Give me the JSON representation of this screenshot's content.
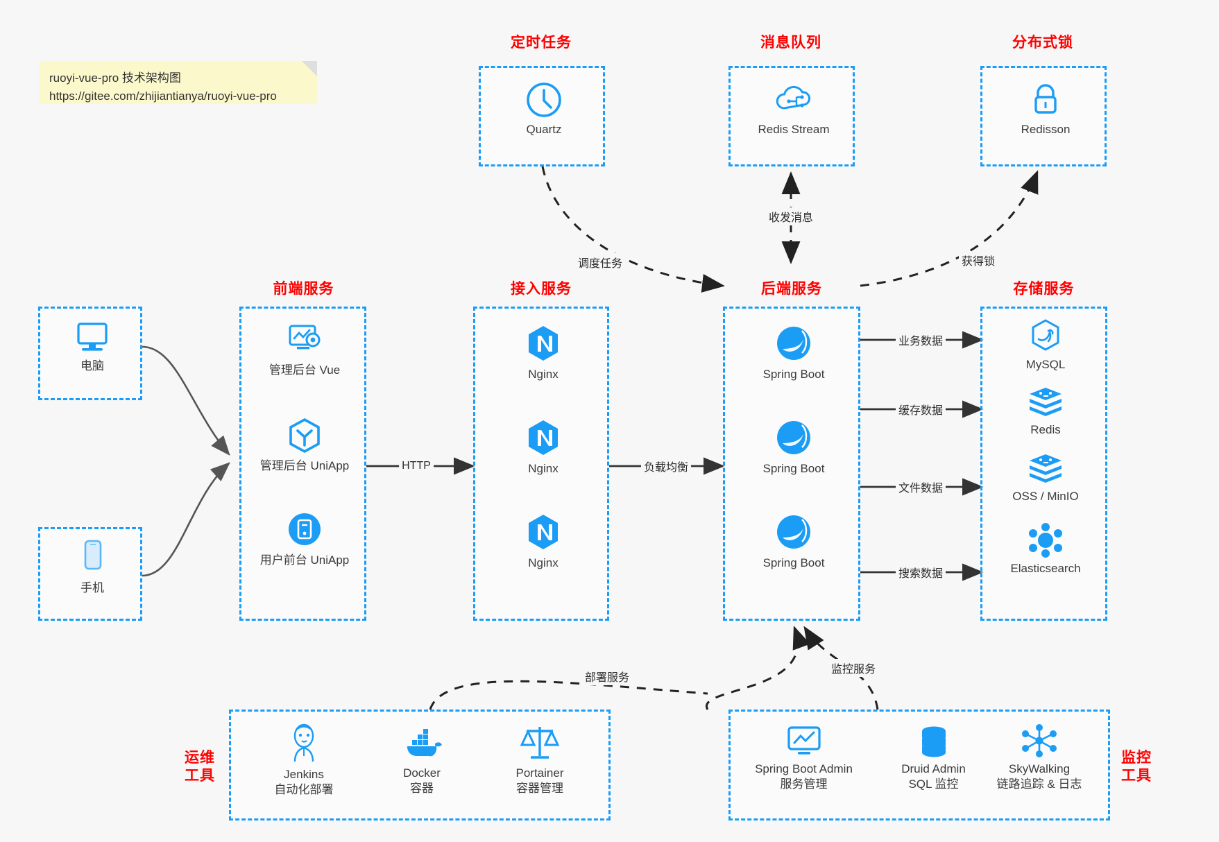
{
  "note": {
    "line1": "ruoyi-vue-pro 技术架构图",
    "line2": "https://gitee.com/zhijiantianya/ruoyi-vue-pro"
  },
  "colors": {
    "accent_blue": "#1b9cf5",
    "title_red": "#ff0000",
    "arrow_gray": "#555555",
    "note_yellow": "#fbf8cc",
    "background": "#f7f7f7",
    "text_dark": "#3b3b3b"
  },
  "groups": {
    "scheduled_task": {
      "title": "定时任务",
      "nodes": [
        {
          "label": "Quartz",
          "icon": "clock-icon"
        }
      ]
    },
    "message_queue": {
      "title": "消息队列",
      "nodes": [
        {
          "label": "Redis Stream",
          "icon": "cloud-stream-icon"
        }
      ]
    },
    "distributed_lock": {
      "title": "分布式锁",
      "nodes": [
        {
          "label": "Redisson",
          "icon": "lock-icon"
        }
      ]
    },
    "computer": {
      "title": "",
      "nodes": [
        {
          "label": "电脑",
          "icon": "desktop-monitor-icon"
        }
      ]
    },
    "phone": {
      "title": "",
      "nodes": [
        {
          "label": "手机",
          "icon": "mobile-phone-icon"
        }
      ]
    },
    "frontend": {
      "title": "前端服务",
      "nodes": [
        {
          "label": "管理后台 Vue",
          "icon": "dashboard-gear-icon"
        },
        {
          "label": "管理后台 UniApp",
          "icon": "hexagon-cube-icon"
        },
        {
          "label": "用户前台 UniApp",
          "icon": "app-circle-icon"
        }
      ]
    },
    "access": {
      "title": "接入服务",
      "nodes": [
        {
          "label": "Nginx",
          "icon": "nginx-icon"
        },
        {
          "label": "Nginx",
          "icon": "nginx-icon"
        },
        {
          "label": "Nginx",
          "icon": "nginx-icon"
        }
      ]
    },
    "backend": {
      "title": "后端服务",
      "nodes": [
        {
          "label": "Spring Boot",
          "icon": "spring-boot-icon"
        },
        {
          "label": "Spring Boot",
          "icon": "spring-boot-icon"
        },
        {
          "label": "Spring Boot",
          "icon": "spring-boot-icon"
        }
      ]
    },
    "storage": {
      "title": "存储服务",
      "nodes": [
        {
          "label": "MySQL",
          "icon": "mysql-icon"
        },
        {
          "label": "Redis",
          "icon": "redis-icon"
        },
        {
          "label": "OSS / MinIO",
          "icon": "oss-minio-icon"
        },
        {
          "label": "Elasticsearch",
          "icon": "elasticsearch-icon"
        }
      ]
    },
    "devops": {
      "title": "运维\n工具",
      "title_line1": "运维",
      "title_line2": "工具",
      "nodes": [
        {
          "label": "Jenkins",
          "sublabel": "自动化部署",
          "icon": "jenkins-icon"
        },
        {
          "label": "Docker",
          "sublabel": "容器",
          "icon": "docker-icon"
        },
        {
          "label": "Portainer",
          "sublabel": "容器管理",
          "icon": "portainer-scale-icon"
        }
      ]
    },
    "monitor": {
      "title_line1": "监控",
      "title_line2": "工具",
      "nodes": [
        {
          "label": "Spring Boot Admin",
          "sublabel": "服务管理",
          "icon": "monitor-chart-icon"
        },
        {
          "label": "Druid Admin",
          "sublabel": "SQL 监控",
          "icon": "database-icon"
        },
        {
          "label": "SkyWalking",
          "sublabel": "链路追踪 & 日志",
          "icon": "skywalking-icon"
        }
      ]
    }
  },
  "edges": [
    {
      "label": "调度任务",
      "from": "scheduled_task",
      "to": "backend",
      "style": "dashed"
    },
    {
      "label": "收发消息",
      "from": "message_queue",
      "to": "backend",
      "style": "dashed-bidirectional"
    },
    {
      "label": "获得锁",
      "from": "backend",
      "to": "distributed_lock",
      "style": "dashed"
    },
    {
      "label": "HTTP",
      "from": "frontend",
      "to": "access",
      "style": "solid"
    },
    {
      "label": "负载均衡",
      "from": "access",
      "to": "backend",
      "style": "solid"
    },
    {
      "label": "业务数据",
      "from": "backend",
      "to": "storage",
      "style": "solid"
    },
    {
      "label": "缓存数据",
      "from": "backend",
      "to": "storage",
      "style": "solid"
    },
    {
      "label": "文件数据",
      "from": "backend",
      "to": "storage",
      "style": "solid"
    },
    {
      "label": "搜索数据",
      "from": "backend",
      "to": "storage",
      "style": "solid"
    },
    {
      "label": "部署服务",
      "from": "devops",
      "to": "backend",
      "style": "dashed"
    },
    {
      "label": "监控服务",
      "from": "monitor",
      "to": "backend",
      "style": "dashed"
    }
  ]
}
